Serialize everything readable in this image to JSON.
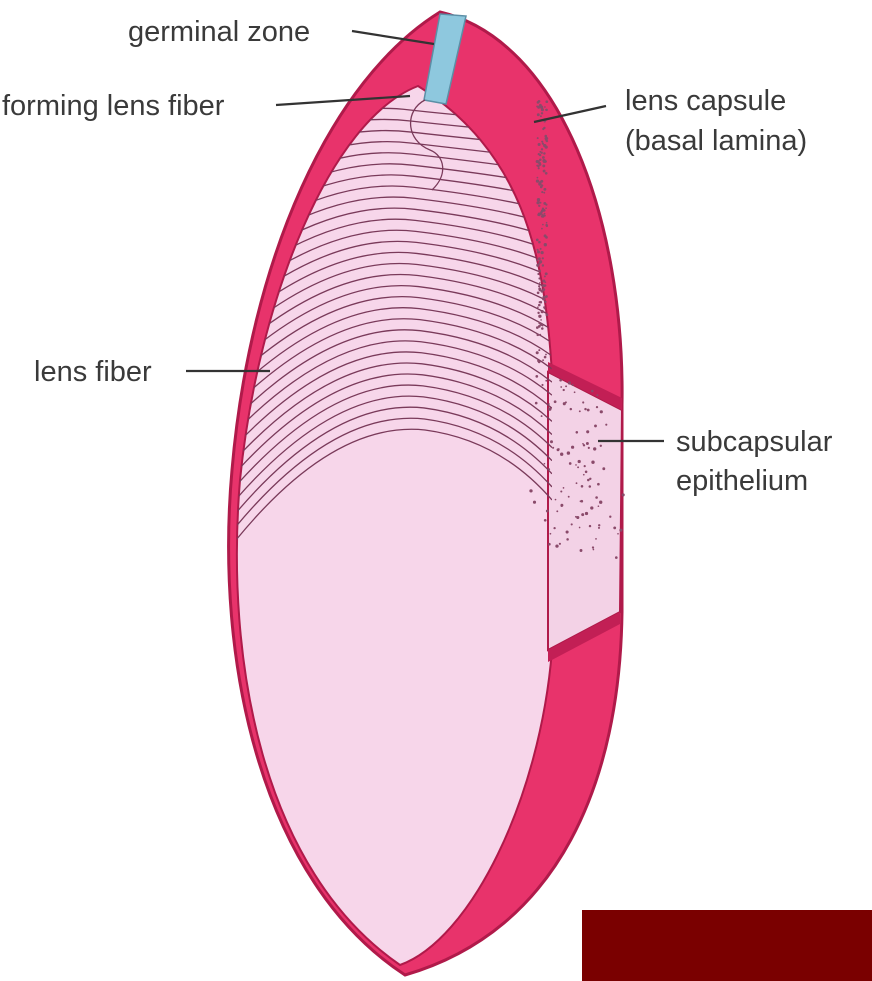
{
  "labels": {
    "germinal_zone": "germinal zone",
    "forming_lens_fiber": "forming lens fiber",
    "lens_capsule_line1": "lens capsule",
    "lens_capsule_line2": "(basal lamina)",
    "lens_fiber": "lens fiber",
    "subcapsular_line1": "subcapsular",
    "subcapsular_line2": "epithelium"
  },
  "colors": {
    "capsule": "#e8336b",
    "capsule_edge": "#b01a4a",
    "lens_body": "#f7d6ea",
    "germinal": "#8ec8de",
    "fiber_line": "#7a3a5a",
    "corner_block": "#7a0000"
  },
  "icons": {
    "corner": "dark-red-rectangle"
  }
}
